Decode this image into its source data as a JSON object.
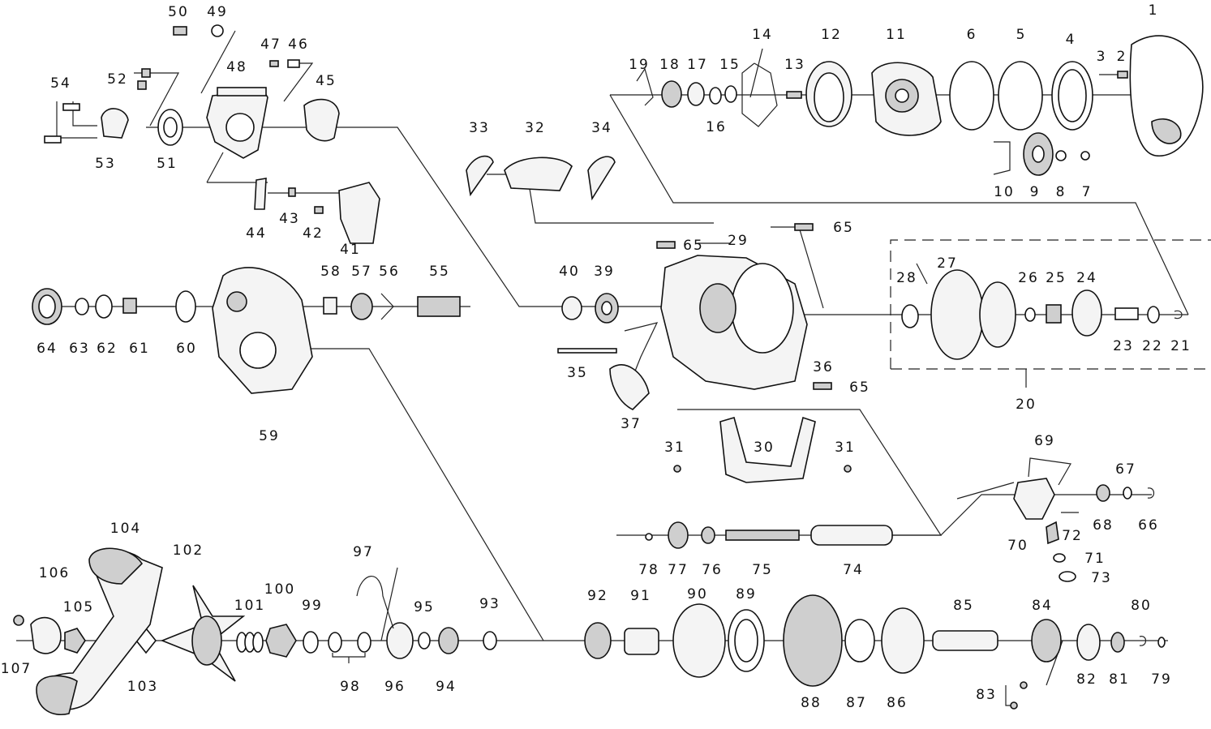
{
  "diagram": {
    "labels": [
      "1",
      "2",
      "3",
      "4",
      "5",
      "6",
      "7",
      "8",
      "9",
      "10",
      "11",
      "12",
      "13",
      "14",
      "15",
      "16",
      "17",
      "18",
      "19",
      "20",
      "21",
      "22",
      "23",
      "24",
      "25",
      "26",
      "27",
      "28",
      "29",
      "30",
      "31",
      "31",
      "32",
      "33",
      "34",
      "35",
      "36",
      "37",
      "39",
      "40",
      "41",
      "42",
      "43",
      "44",
      "45",
      "46",
      "47",
      "48",
      "49",
      "50",
      "51",
      "52",
      "53",
      "54",
      "55",
      "56",
      "57",
      "58",
      "59",
      "60",
      "61",
      "62",
      "63",
      "64",
      "65",
      "65",
      "65",
      "65",
      "66",
      "67",
      "68",
      "69",
      "70",
      "71",
      "72",
      "73",
      "74",
      "75",
      "76",
      "77",
      "78",
      "79",
      "80",
      "81",
      "82",
      "83",
      "84",
      "85",
      "86",
      "87",
      "88",
      "89",
      "90",
      "91",
      "92",
      "93",
      "94",
      "95",
      "96",
      "97",
      "98",
      "99",
      "100",
      "101",
      "102",
      "103",
      "104",
      "105",
      "106",
      "107"
    ]
  }
}
